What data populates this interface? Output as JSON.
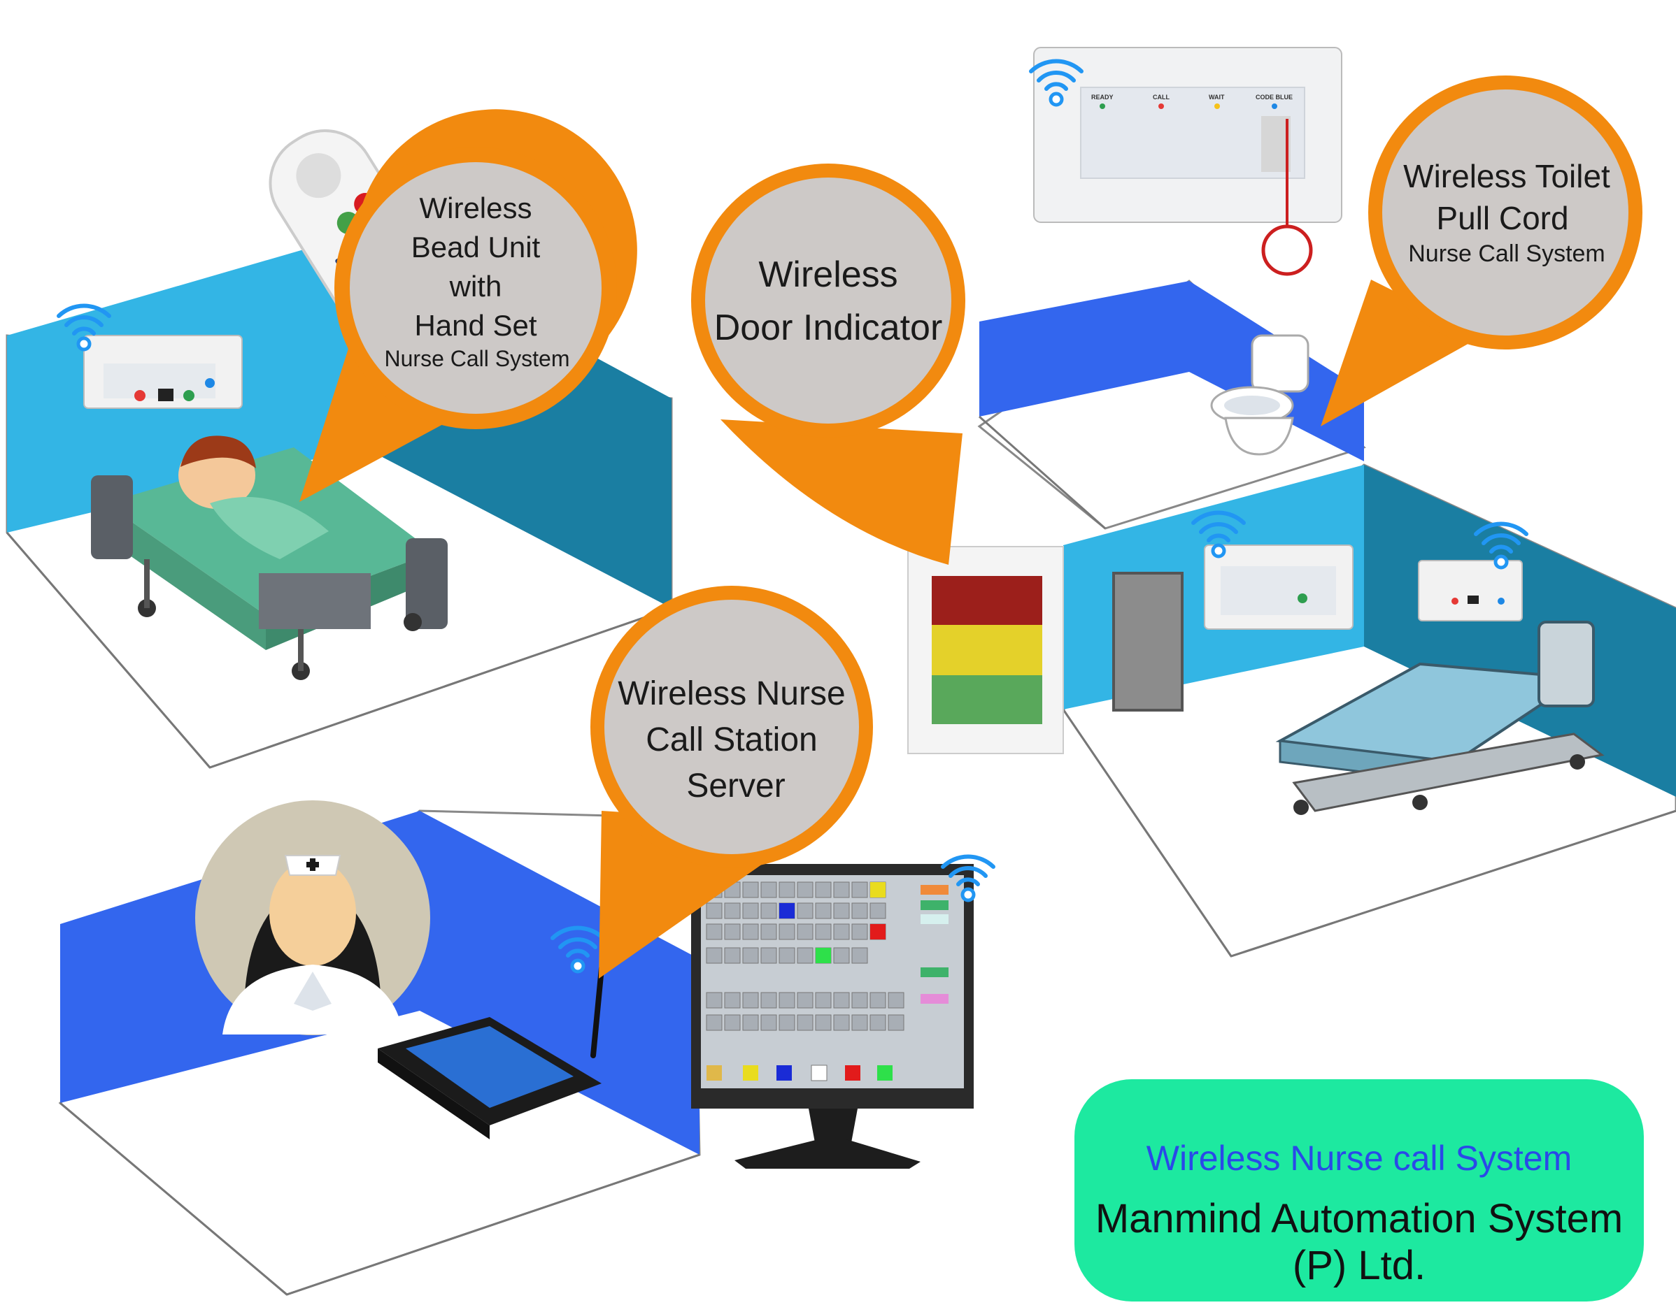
{
  "callouts": {
    "bed_unit": {
      "lines": [
        "Wireless",
        "Bead Unit",
        "with",
        "Hand Set"
      ],
      "subtitle": "Nurse  Call System"
    },
    "door_indicator": {
      "lines": [
        "Wireless",
        "Door Indicator"
      ]
    },
    "toilet_pull_cord": {
      "lines": [
        "Wireless Toilet",
        "Pull Cord"
      ],
      "subtitle": "Nurse Call System"
    },
    "call_station": {
      "lines": [
        "Wireless Nurse",
        "Call Station",
        "Server"
      ]
    }
  },
  "panel_labels": {
    "ready": "READY",
    "call": "CALL",
    "wait": "WAIT",
    "code_blue": "CODE BLUE"
  },
  "brand": {
    "subtitle": "Wireless Nurse call System",
    "company": "Manmind Automation System (P) Ltd."
  },
  "colors": {
    "pin_orange": "#f28a0f",
    "pin_circle": "#cdc9c7",
    "wall_cyan": "#33b5e5",
    "wall_teal": "#1a7ea2",
    "wall_blue": "#3366ee",
    "wifi_blue": "#2196f3",
    "brand_green": "#1de9a0"
  }
}
